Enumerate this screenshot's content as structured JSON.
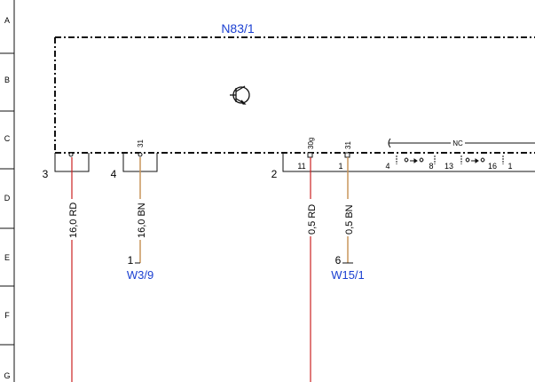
{
  "ruler": {
    "rows": [
      "A",
      "B",
      "C",
      "D",
      "E",
      "F",
      "G"
    ]
  },
  "component": {
    "name": "N83/1",
    "symbol": "transistor-icon",
    "connector_numbers": [
      "3",
      "4",
      "2"
    ]
  },
  "pins": [
    {
      "id": "pin-11",
      "number": "11",
      "terminal": "30g"
    },
    {
      "id": "pin-1",
      "number": "1",
      "terminal": "31"
    },
    {
      "id": "pin-31-left",
      "terminal": "31"
    },
    {
      "id": "pin-4",
      "number": "4"
    },
    {
      "id": "pin-8",
      "number": "8"
    },
    {
      "id": "pin-13",
      "number": "13"
    },
    {
      "id": "pin-16",
      "number": "16"
    },
    {
      "id": "pin-1b",
      "number": "1"
    }
  ],
  "nc_label": "NC",
  "wires": [
    {
      "id": "wire-a",
      "label": "16,0 RD",
      "color": "#cc2222"
    },
    {
      "id": "wire-b",
      "label": "16,0 BN",
      "color": "#c8965a"
    },
    {
      "id": "wire-c",
      "label": "0,5 RD",
      "color": "#cc2222"
    },
    {
      "id": "wire-d",
      "label": "0,5 BN",
      "color": "#c8965a"
    }
  ],
  "targets": [
    {
      "id": "w3-9",
      "pin": "1",
      "name": "W3/9"
    },
    {
      "id": "w15-1",
      "pin": "6",
      "name": "W15/1"
    }
  ],
  "colors": {
    "link": "#1a3fd1",
    "line": "#111111"
  }
}
